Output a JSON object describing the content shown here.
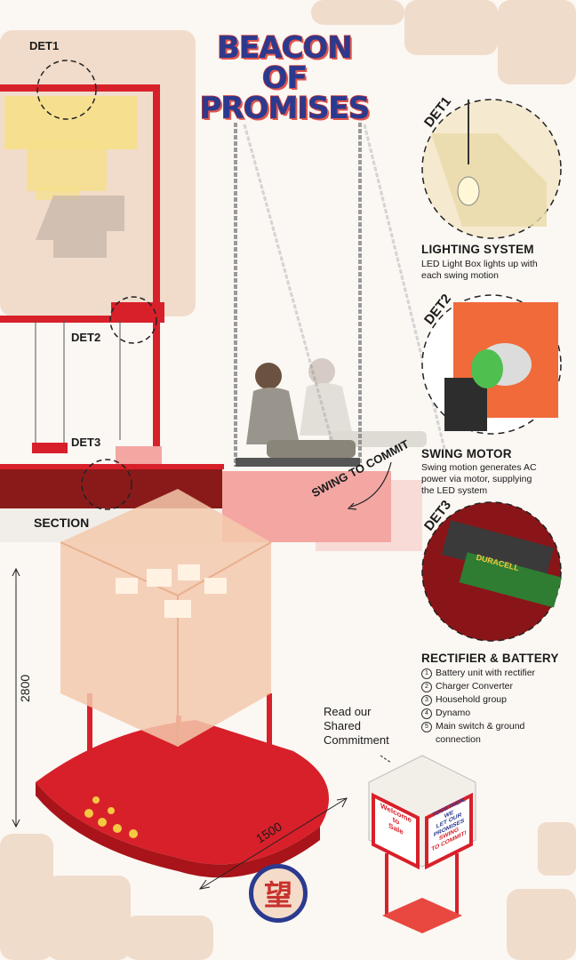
{
  "title": {
    "line1": "BEACON",
    "line2": "OF",
    "line3": "PROMISES"
  },
  "plan_labels": {
    "det1": "DET1",
    "det2": "DET2",
    "det3": "DET3",
    "section": "SECTION"
  },
  "swing_caption": "SWING TO COMMIT",
  "details": [
    {
      "tag": "DET1",
      "heading": "LIGHTING SYSTEM",
      "text_lines": [
        "LED Light Box lights up with",
        "each swing motion"
      ]
    },
    {
      "tag": "DET2",
      "heading": "SWING MOTOR",
      "text_lines": [
        "Swing motion generates AC",
        "power via motor, supplying",
        "the LED system"
      ]
    },
    {
      "tag": "DET3",
      "heading": "RECTIFIER & BATTERY",
      "text_lines": []
    }
  ],
  "legend": [
    {
      "num": "1",
      "text": "Battery unit with rectifier"
    },
    {
      "num": "2",
      "text": "Charger Converter"
    },
    {
      "num": "3",
      "text": "Household group"
    },
    {
      "num": "4",
      "text": "Dynamo"
    },
    {
      "num": "5",
      "text": "Main switch & ground connection"
    }
  ],
  "callout_lines": [
    "Read our",
    "Shared",
    "Commitment"
  ],
  "dimensions": {
    "height": "2800",
    "width": "1500"
  },
  "sign": {
    "left_lines": [
      "Welcome",
      "to",
      "Sale"
    ],
    "right_lines": [
      "TOGETHER,",
      "WE",
      "LET OUR",
      "PROMISES",
      "SWING",
      "TO COMMIT!"
    ]
  },
  "battery_brand": "DURACELL",
  "seal_char": "望",
  "colors": {
    "red": "#d8202a",
    "navy": "#2b3a8f",
    "peach": "#f4dcc9",
    "cream": "#fbf7f3",
    "glow": "#f6e08a"
  }
}
